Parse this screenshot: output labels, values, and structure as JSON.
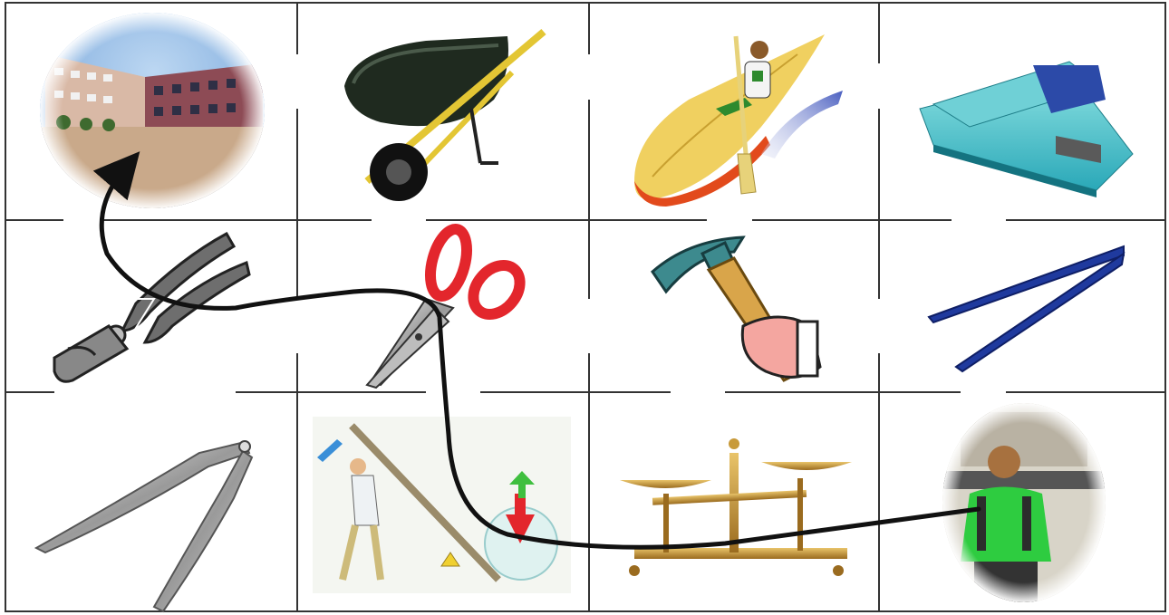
{
  "puzzle": {
    "rows": 3,
    "cols": 4,
    "cells": [
      {
        "row": 1,
        "col": 1,
        "item": "school-building"
      },
      {
        "row": 1,
        "col": 2,
        "item": "wheelbarrow"
      },
      {
        "row": 1,
        "col": 3,
        "item": "rowing-boat"
      },
      {
        "row": 1,
        "col": 4,
        "item": "stapler"
      },
      {
        "row": 2,
        "col": 1,
        "item": "pliers"
      },
      {
        "row": 2,
        "col": 2,
        "item": "scissors"
      },
      {
        "row": 2,
        "col": 3,
        "item": "hammer-in-hand"
      },
      {
        "row": 2,
        "col": 4,
        "item": "tweezers"
      },
      {
        "row": 3,
        "col": 1,
        "item": "nutcracker"
      },
      {
        "row": 3,
        "col": 2,
        "item": "man-with-lever"
      },
      {
        "row": 3,
        "col": 3,
        "item": "balance-scale"
      },
      {
        "row": 3,
        "col": 4,
        "item": "student-boy"
      }
    ],
    "path": {
      "start": "student-boy",
      "through": [
        "balance-scale",
        "man-with-lever",
        "scissors",
        "pliers"
      ],
      "end": "school-building",
      "color": "#111111"
    }
  },
  "colors": {
    "grid": "#333333",
    "accent_red": "#e3262c",
    "accent_blue": "#1e3aa8",
    "accent_green": "#3fbf3f",
    "gold": "#c89a3a"
  }
}
